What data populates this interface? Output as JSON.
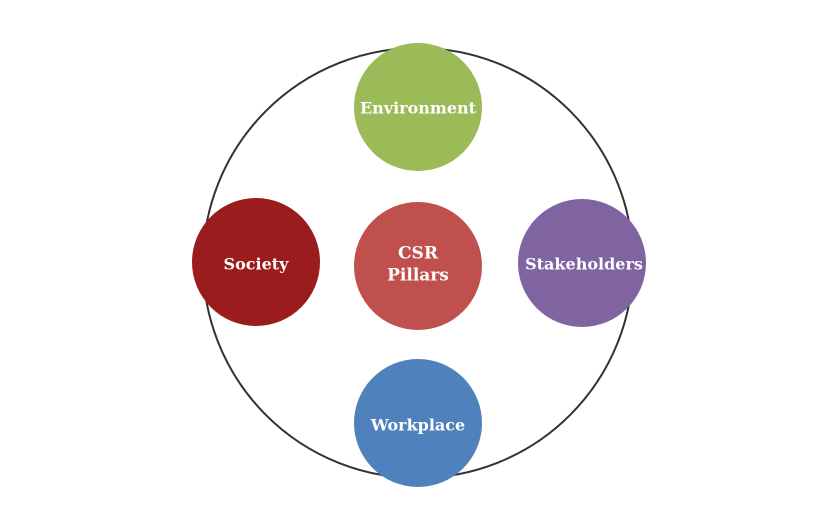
{
  "diagram": {
    "center": {
      "line1": "CSR",
      "line2": "Pillars",
      "color": "#c0504d"
    },
    "nodes": [
      {
        "id": "environment",
        "label": "Environment",
        "color": "#9bbb59"
      },
      {
        "id": "stakeholders",
        "label": "Stakeholders",
        "color": "#8064a2"
      },
      {
        "id": "workplace",
        "label": "Workplace",
        "color": "#4f81bd"
      },
      {
        "id": "society",
        "label": "Society",
        "color": "#9b1c1c"
      }
    ],
    "ring_color": "#333333"
  }
}
